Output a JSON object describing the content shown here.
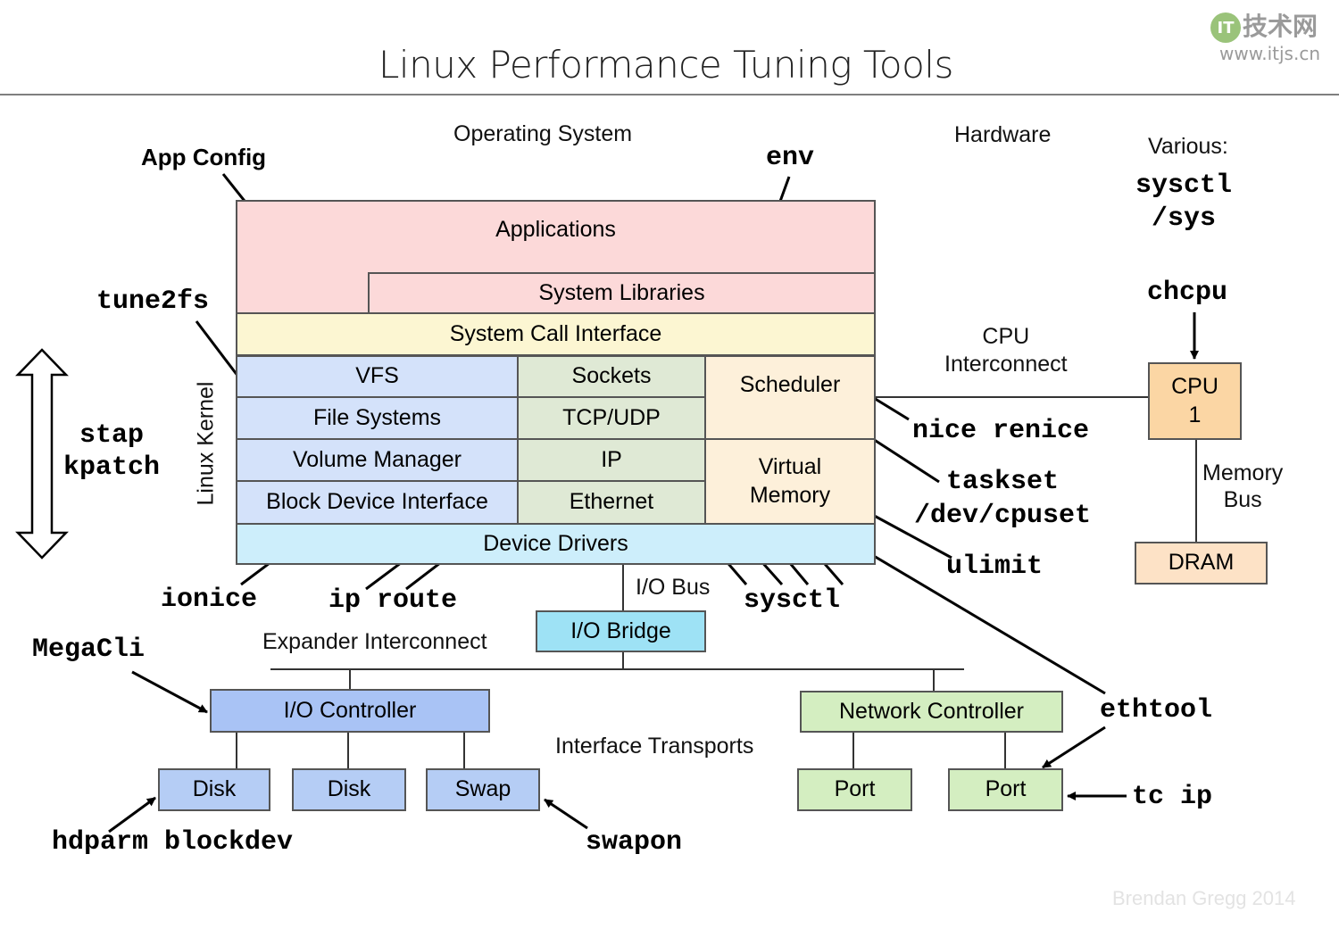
{
  "title": "Linux Performance Tuning Tools",
  "watermark": {
    "brand": "技术网",
    "logo_text": "IT",
    "url": "www.itjs.cn"
  },
  "footer": "Brendan Gregg 2014",
  "sections": {
    "operating_system": "Operating System",
    "hardware": "Hardware",
    "various": "Various:",
    "cpu_interconnect": "CPU\nInterconnect",
    "memory_bus": "Memory\nBus",
    "io_bus": "I/O Bus",
    "expander_interconnect": "Expander Interconnect",
    "interface_transports": "Interface Transports",
    "linux_kernel": "Linux Kernel"
  },
  "layers": {
    "applications": "Applications",
    "system_libraries": "System Libraries",
    "system_call_interface": "System Call Interface",
    "vfs": "VFS",
    "file_systems": "File Systems",
    "volume_manager": "Volume Manager",
    "block_device_interface": "Block Device Interface",
    "sockets": "Sockets",
    "tcp_udp": "TCP/UDP",
    "ip": "IP",
    "ethernet": "Ethernet",
    "scheduler": "Scheduler",
    "virtual_memory": "Virtual\nMemory",
    "device_drivers": "Device Drivers"
  },
  "hardware": {
    "cpu": "CPU\n1",
    "dram": "DRAM",
    "io_bridge": "I/O Bridge",
    "io_controller": "I/O Controller",
    "disk1": "Disk",
    "disk2": "Disk",
    "swap": "Swap",
    "network_controller": "Network Controller",
    "port1": "Port",
    "port2": "Port"
  },
  "tools": {
    "app_config": "App Config",
    "env": "env",
    "sysctl_sys": "sysctl\n/sys",
    "tune2fs": "tune2fs",
    "chcpu": "chcpu",
    "stap_kpatch": "stap\nkpatch",
    "nice_renice": "nice renice",
    "taskset": "taskset\n/dev/cpuset",
    "ulimit": "ulimit",
    "ionice": "ionice",
    "ip_route": "ip route",
    "sysctl": "sysctl",
    "megacli": "MegaCli",
    "ethtool": "ethtool",
    "tc_ip": "tc ip",
    "hdparm_blockdev": "hdparm blockdev",
    "swapon": "swapon"
  },
  "colors": {
    "app_pink": "#fcd9d9",
    "syscall_yellow": "#fcf6d2",
    "vfs_blue": "#d4e2fa",
    "net_green": "#dfe9d5",
    "sched_cream": "#fdf0da",
    "driver_cyan": "#cdeefb",
    "cpu_orange": "#fbd6a4",
    "dram_orange": "#fde2c6",
    "bridge_cyan": "#9ee2f5",
    "controller_blue": "#a9c3f5",
    "disk_blue": "#b5cdf5",
    "nic_green": "#d4eec1"
  }
}
